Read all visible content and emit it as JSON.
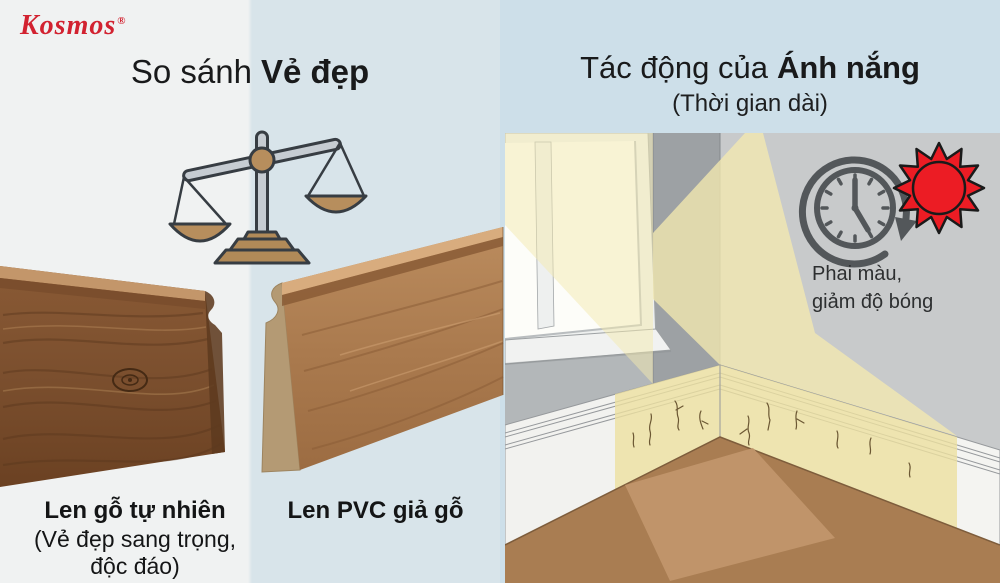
{
  "brand": {
    "name": "Kosmos",
    "registered_mark": "®"
  },
  "left_panel": {
    "title": {
      "regular": "So sánh",
      "bold": "Vẻ đẹp"
    },
    "icon": "balance-scale",
    "labels": {
      "natural": {
        "title": "Len gỗ tự nhiên",
        "subtitle_line1": "(Vẻ đẹp sang trọng,",
        "subtitle_line2": "độc đáo)"
      },
      "pvc": {
        "title": "Len PVC giả gỗ"
      }
    }
  },
  "right_panel": {
    "title": {
      "regular": "Tác động của",
      "bold": "Ánh nắng"
    },
    "subtitle": "(Thời gian dài)",
    "caption": {
      "line1": "Phai màu,",
      "line2": "giảm độ bóng"
    },
    "icons": {
      "clock": "elapsed-time-clock",
      "sun": "sun"
    }
  },
  "colors": {
    "brand_red": "#d22230",
    "sun_red": "#ec1c24",
    "title_text": "#191a1b",
    "caption_text": "#2d2f30",
    "left_bg_white": "#f0f2f2",
    "left_bg_blue": "#d8e4ea",
    "right_bg_blue": "#cddfe9",
    "beam_yellow": "#f3e9b0",
    "wall_gray": "#c8cacb",
    "left_wall_gray": "#b3b7b9",
    "skirting_white": "#f3f3f0",
    "lit_skirting": "#ece0a0",
    "floor_brown": "#a97d52",
    "floor_lit_patch": "#c1966b",
    "natural_wood": "#7b4f2e",
    "pvc_wood": "#a9794d",
    "scale_metal": "#c6ccd2",
    "scale_tan": "#b78e5d"
  }
}
